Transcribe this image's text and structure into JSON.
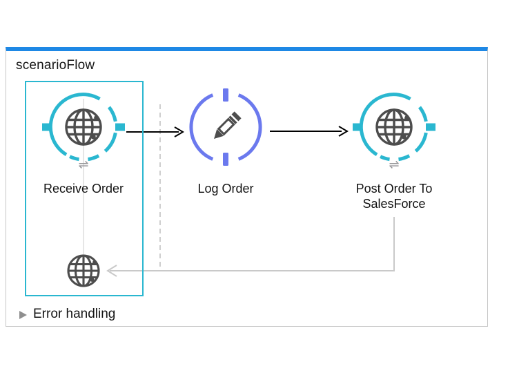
{
  "colors": {
    "titlebar_blue": "#1e88e5",
    "accent_teal": "#2ab7d0",
    "logger_blue": "#6b79ee",
    "icon_gray": "#4d4d4d",
    "connector_gray": "#c9c9c9",
    "guide_gray": "#bdbdbd"
  },
  "flow": {
    "title": "scenarioFlow",
    "error_handling": {
      "label": "Error handling",
      "collapsed": true,
      "icon": "expand-triangle-icon"
    }
  },
  "nodes": [
    {
      "name": "receive-order",
      "label": "Receive Order",
      "icon": "globe-icon",
      "badge_icon": "exchange-arrows-icon",
      "selected": true
    },
    {
      "name": "log-order",
      "label": "Log Order",
      "icon": "pencil-icon",
      "selected": false
    },
    {
      "name": "post-order-to-salesforce",
      "label_line1": "Post Order To",
      "label_line2": "SalesForce",
      "icon": "globe-icon",
      "badge_icon": "exchange-arrows-icon",
      "selected": false
    }
  ],
  "response_endpoint": {
    "icon": "globe-icon"
  },
  "connections": [
    {
      "from": "receive-order",
      "to": "log-order",
      "style": "black-arrow"
    },
    {
      "from": "log-order",
      "to": "post-order-to-salesforce",
      "style": "black-arrow"
    },
    {
      "from": "post-order-to-salesforce",
      "to": "response-globe",
      "style": "gray-return-arrow"
    }
  ],
  "glyphs": {
    "exchange": "⇌"
  }
}
